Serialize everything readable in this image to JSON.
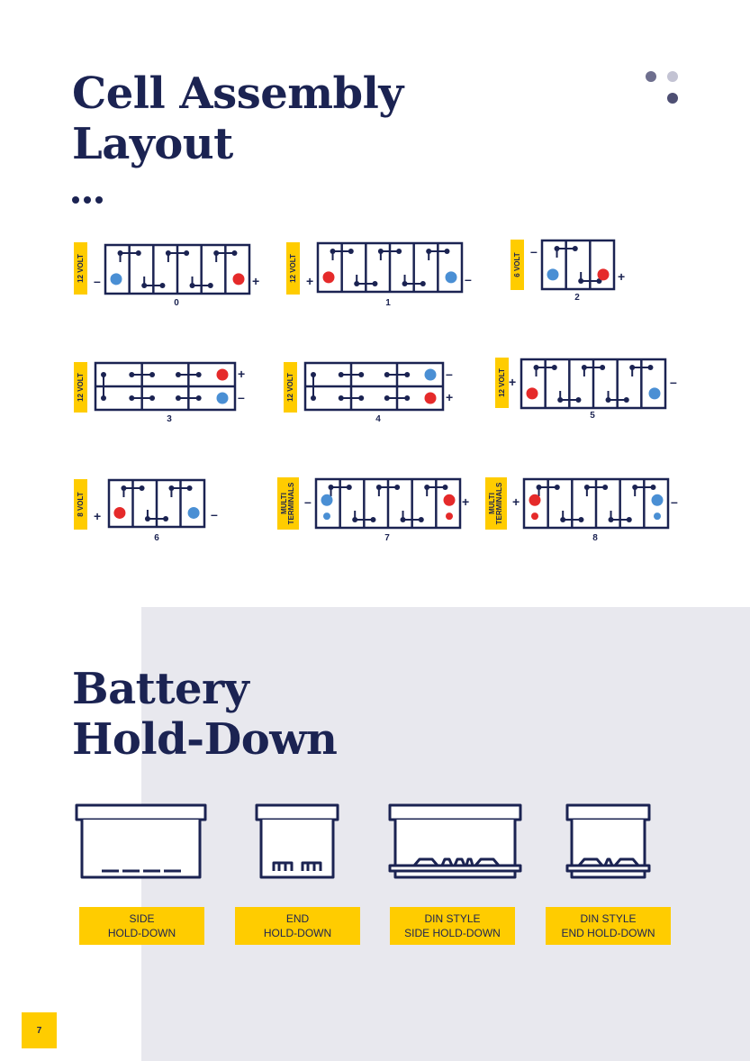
{
  "page": {
    "title_1": [
      "Cell Assembly",
      "Layout"
    ],
    "title_2": [
      "Battery",
      "Hold-Down"
    ],
    "page_number": "7"
  },
  "colors": {
    "navy": "#1b2352",
    "yellow": "#ffcc00",
    "red": "#e52a2a",
    "blue": "#4a8fd4",
    "panel": "#e8e8ee"
  },
  "corner_dot_colors": [
    "#6e6f8e",
    "#c3c3d3",
    "#4e4f73"
  ],
  "layouts": [
    {
      "number": "0",
      "voltage": [
        "12 VOLT"
      ],
      "left_sign": "–",
      "right_sign": "+",
      "left_color": "#4a8fd4",
      "right_color": "#e52a2a"
    },
    {
      "number": "1",
      "voltage": [
        "12 VOLT"
      ],
      "left_sign": "+",
      "right_sign": "–",
      "left_color": "#e52a2a",
      "right_color": "#4a8fd4"
    },
    {
      "number": "2",
      "voltage": [
        "6 VOLT"
      ],
      "left_sign": "–",
      "right_sign": "+",
      "left_color": "#4a8fd4",
      "right_color": "#e52a2a"
    },
    {
      "number": "3",
      "voltage": [
        "12 VOLT"
      ],
      "top_sign": "+",
      "bottom_sign": "–",
      "top_color": "#e52a2a",
      "bottom_color": "#4a8fd4"
    },
    {
      "number": "4",
      "voltage": [
        "12 VOLT"
      ],
      "top_sign": "–",
      "bottom_sign": "+",
      "top_color": "#4a8fd4",
      "bottom_color": "#e52a2a"
    },
    {
      "number": "5",
      "voltage": [
        "12 VOLT"
      ],
      "left_sign": "+",
      "right_sign": "–",
      "left_color": "#e52a2a",
      "right_color": "#4a8fd4"
    },
    {
      "number": "6",
      "voltage": [
        "8 VOLT"
      ],
      "left_sign": "+",
      "right_sign": "–",
      "left_color": "#e52a2a",
      "right_color": "#4a8fd4"
    },
    {
      "number": "7",
      "voltage": [
        "MULTI",
        "TERMINALS"
      ],
      "left_sign": "–",
      "right_sign": "+",
      "left_color": "#4a8fd4",
      "right_color": "#e52a2a"
    },
    {
      "number": "8",
      "voltage": [
        "MULTI",
        "TERMINALS"
      ],
      "left_sign": "+",
      "right_sign": "–",
      "left_color": "#e52a2a",
      "right_color": "#4a8fd4"
    }
  ],
  "hold_downs": [
    {
      "line1": "SIDE",
      "line2": "HOLD-DOWN"
    },
    {
      "line1": "END",
      "line2": "HOLD-DOWN"
    },
    {
      "line1": "DIN STYLE",
      "line2": "SIDE HOLD-DOWN"
    },
    {
      "line1": "DIN STYLE",
      "line2": "END HOLD-DOWN"
    }
  ]
}
